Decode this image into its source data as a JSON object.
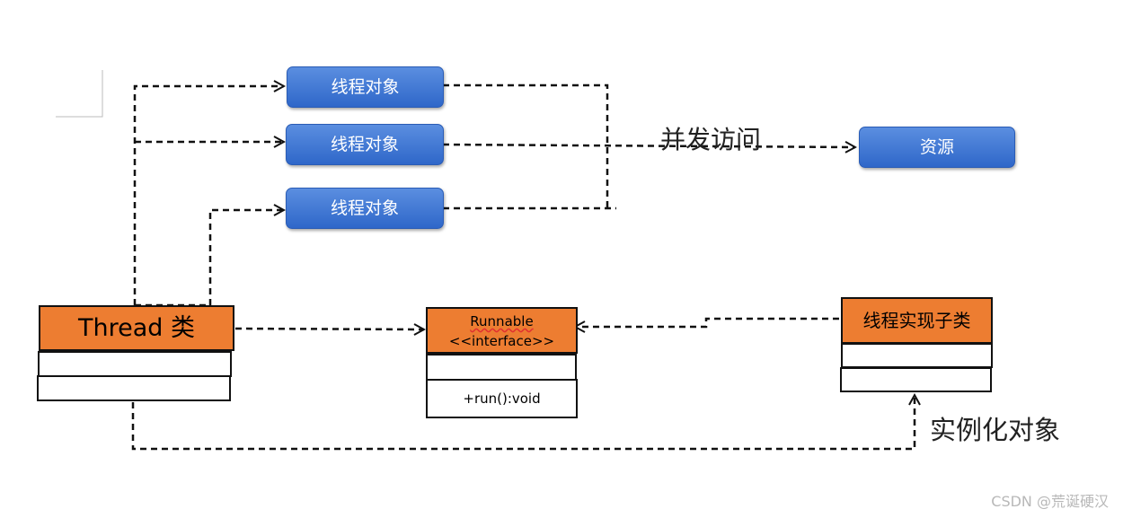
{
  "thread_objects": [
    "线程对象",
    "线程对象",
    "线程对象"
  ],
  "concurrent_access_label": "并发访问",
  "resource_label": "资源",
  "thread_class": {
    "title": "Thread 类"
  },
  "runnable": {
    "name": "Runnable",
    "stereotype": "<<interface>>",
    "method": "+run():void"
  },
  "thread_impl": {
    "title": "线程实现子类"
  },
  "instantiate_label": "实例化对象",
  "watermark": "CSDN @荒诞硬汉",
  "colors": {
    "object_blue": "#3a72d8",
    "class_orange": "#ed7d31",
    "line": "#111111"
  }
}
